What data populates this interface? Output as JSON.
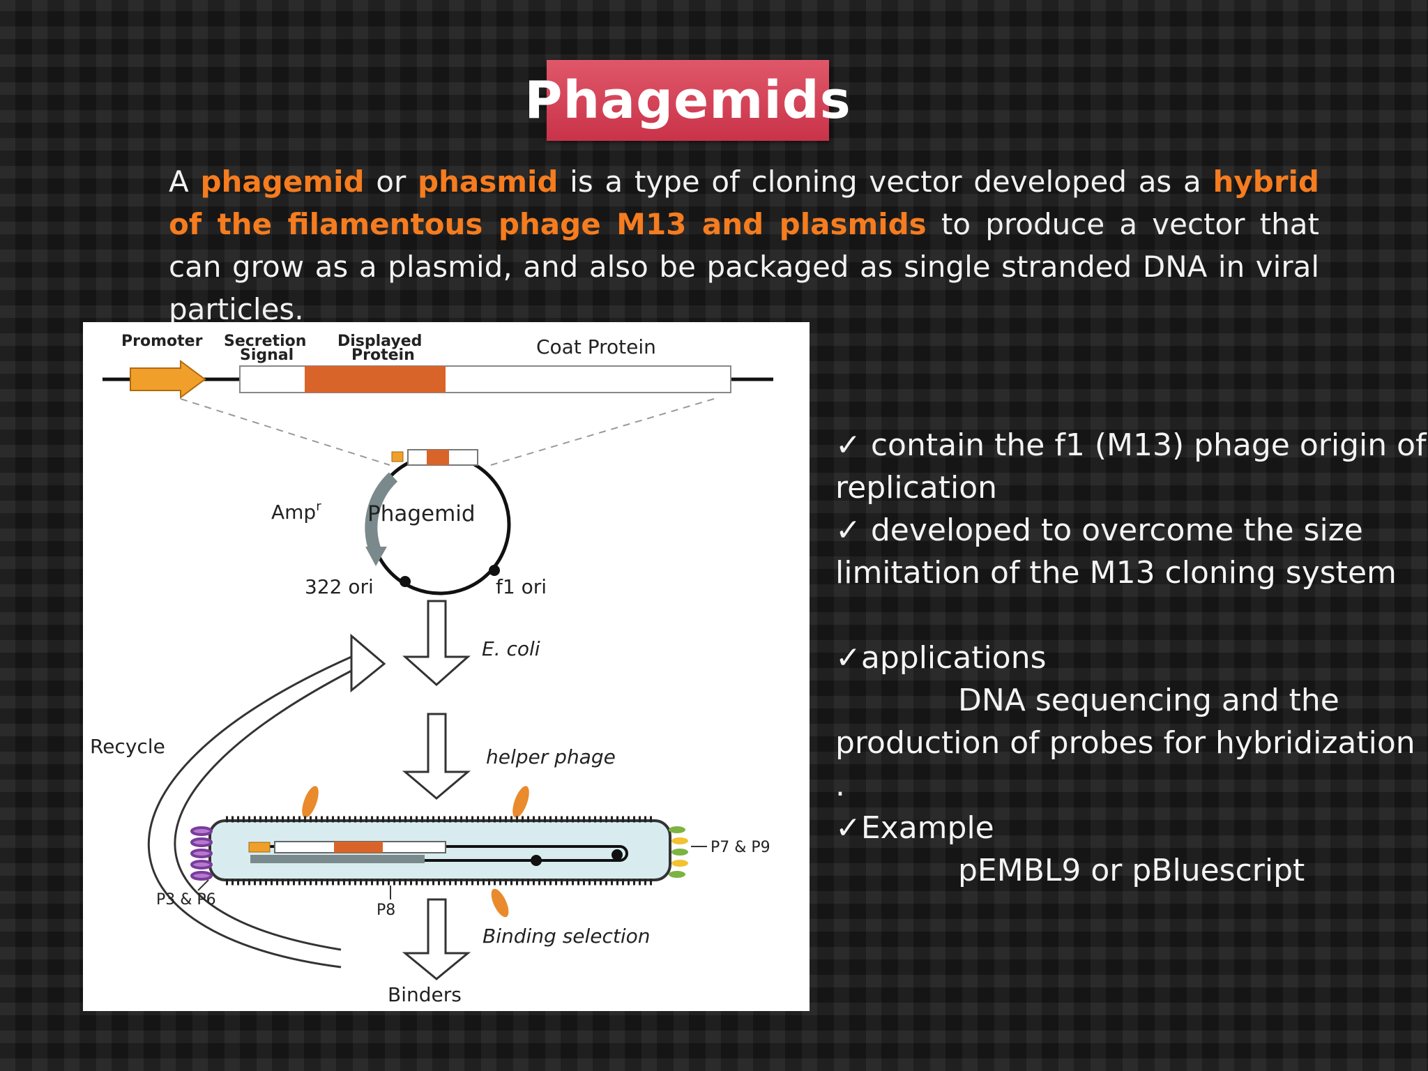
{
  "slide": {
    "title": "Phagemids",
    "intro": {
      "t1": "A ",
      "h1": "phagemid",
      "t2": " or ",
      "h2": "phasmid",
      "t3": " is a type of cloning vector developed as a ",
      "h3": "hybrid of the filamentous phage M13 and plasmids",
      "t4": " to produce a vector that can grow as a plasmid, and also be packaged as single stranded DNA in viral particles."
    },
    "highlight_color": "#f57c1f",
    "title_bg_color": "#d9465a"
  },
  "diagram": {
    "label_promoter": "Promoter",
    "label_secretion_1": "Secretion",
    "label_secretion_2": "Signal",
    "label_displayed_1": "Displayed",
    "label_displayed_2": "Protein",
    "label_coat": "Coat Protein",
    "label_amp": "Amp",
    "label_amp_sup": "r",
    "label_phagemid": "Phagemid",
    "label_322": "322 ori",
    "label_f1": "f1 ori",
    "label_ecoli": "E. coli",
    "label_recycle": "Recycle",
    "label_helper": "helper phage",
    "label_p7p9": "P7 & P9",
    "label_p3p6": "P3 & P6",
    "label_p8": "P8",
    "label_binding": "Binding selection",
    "label_binders": "Binders"
  },
  "bullets": {
    "b1_l1": "✓ contain the f1 (M13) phage origin of",
    "b1_l2": "replication",
    "b2_l1": "✓ developed to overcome the size",
    "b2_l2": "limitation of the M13 cloning system",
    "b3_l1": "✓applications",
    "b3_l2": "DNA sequencing and the",
    "b3_l3": "production of probes for hybridization",
    "b3_l4": ".",
    "b4_l1": "✓Example",
    "b4_l2": "pEMBL9 or pBluescript"
  }
}
